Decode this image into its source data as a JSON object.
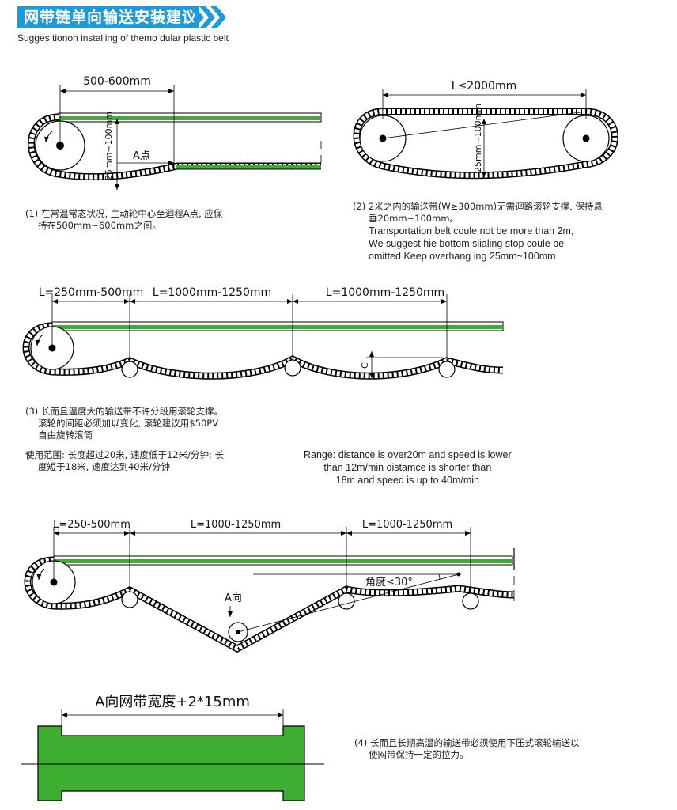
{
  "header": {
    "title": "网带链单向输送安装建议",
    "subtitle": "Sugges tionon installing of themo dular plastic belt"
  },
  "fig1": {
    "span": "500-600mm",
    "sag": "25mm~100mm",
    "point": "A点"
  },
  "fig2": {
    "span": "L≤2000mm",
    "sag": "25mm~100mm"
  },
  "fig3": {
    "span1": "L=250mm-500mm",
    "span2": "L=1000mm-1250mm",
    "span3": "L=1000mm-1250mm",
    "sag": "C"
  },
  "fig4": {
    "span1": "L=250-500mm",
    "span2": "L=1000-1250mm",
    "span3": "L=1000-1250mm",
    "view": "A向",
    "angle": "角度≤30°"
  },
  "fig5": {
    "width": "A向网带宽度+2*15mm"
  },
  "notes": {
    "n1": [
      "(1) 在常温常态状况, 主动轮中心至迴程A点, 应保",
      "持在500mm~600mm之间。"
    ],
    "n2": [
      "(2) 2米之内的输送带(W≥300mm)无需迴路滚轮支撑, 保持悬",
      "垂20mm~100mm。"
    ],
    "n2_en": [
      "Transportation belt coule not be more than 2m,",
      "We suggest hie bottom slialing stop coule be",
      "omitted Keep overhang ing 25mm~100mm"
    ],
    "n3": [
      "(3) 长而且温度大的输送带不许分段用滚轮支撑。",
      "滚轮的间距必须加以变化, 滚轮建议用$50PV",
      "自由旋转滚筒"
    ],
    "n3_use": [
      "使用范围: 长度超过20米, 速度低于12米/分钟; 长",
      "度短于18米, 速度达到40米/分钟"
    ],
    "n3_en": [
      "Range: distance is over20m and speed is lower",
      "than 12m/min distamce is shorter than",
      "18m and speed is up to 40m/min"
    ],
    "n4": [
      "(4) 长而且长期高温的输送带必须使用下压式滚轮输送以",
      "使网带保持一定的拉力。"
    ]
  },
  "colors": {
    "accent": "#1e9ad6",
    "belt_green": "#3eae32",
    "ink": "#111111"
  }
}
